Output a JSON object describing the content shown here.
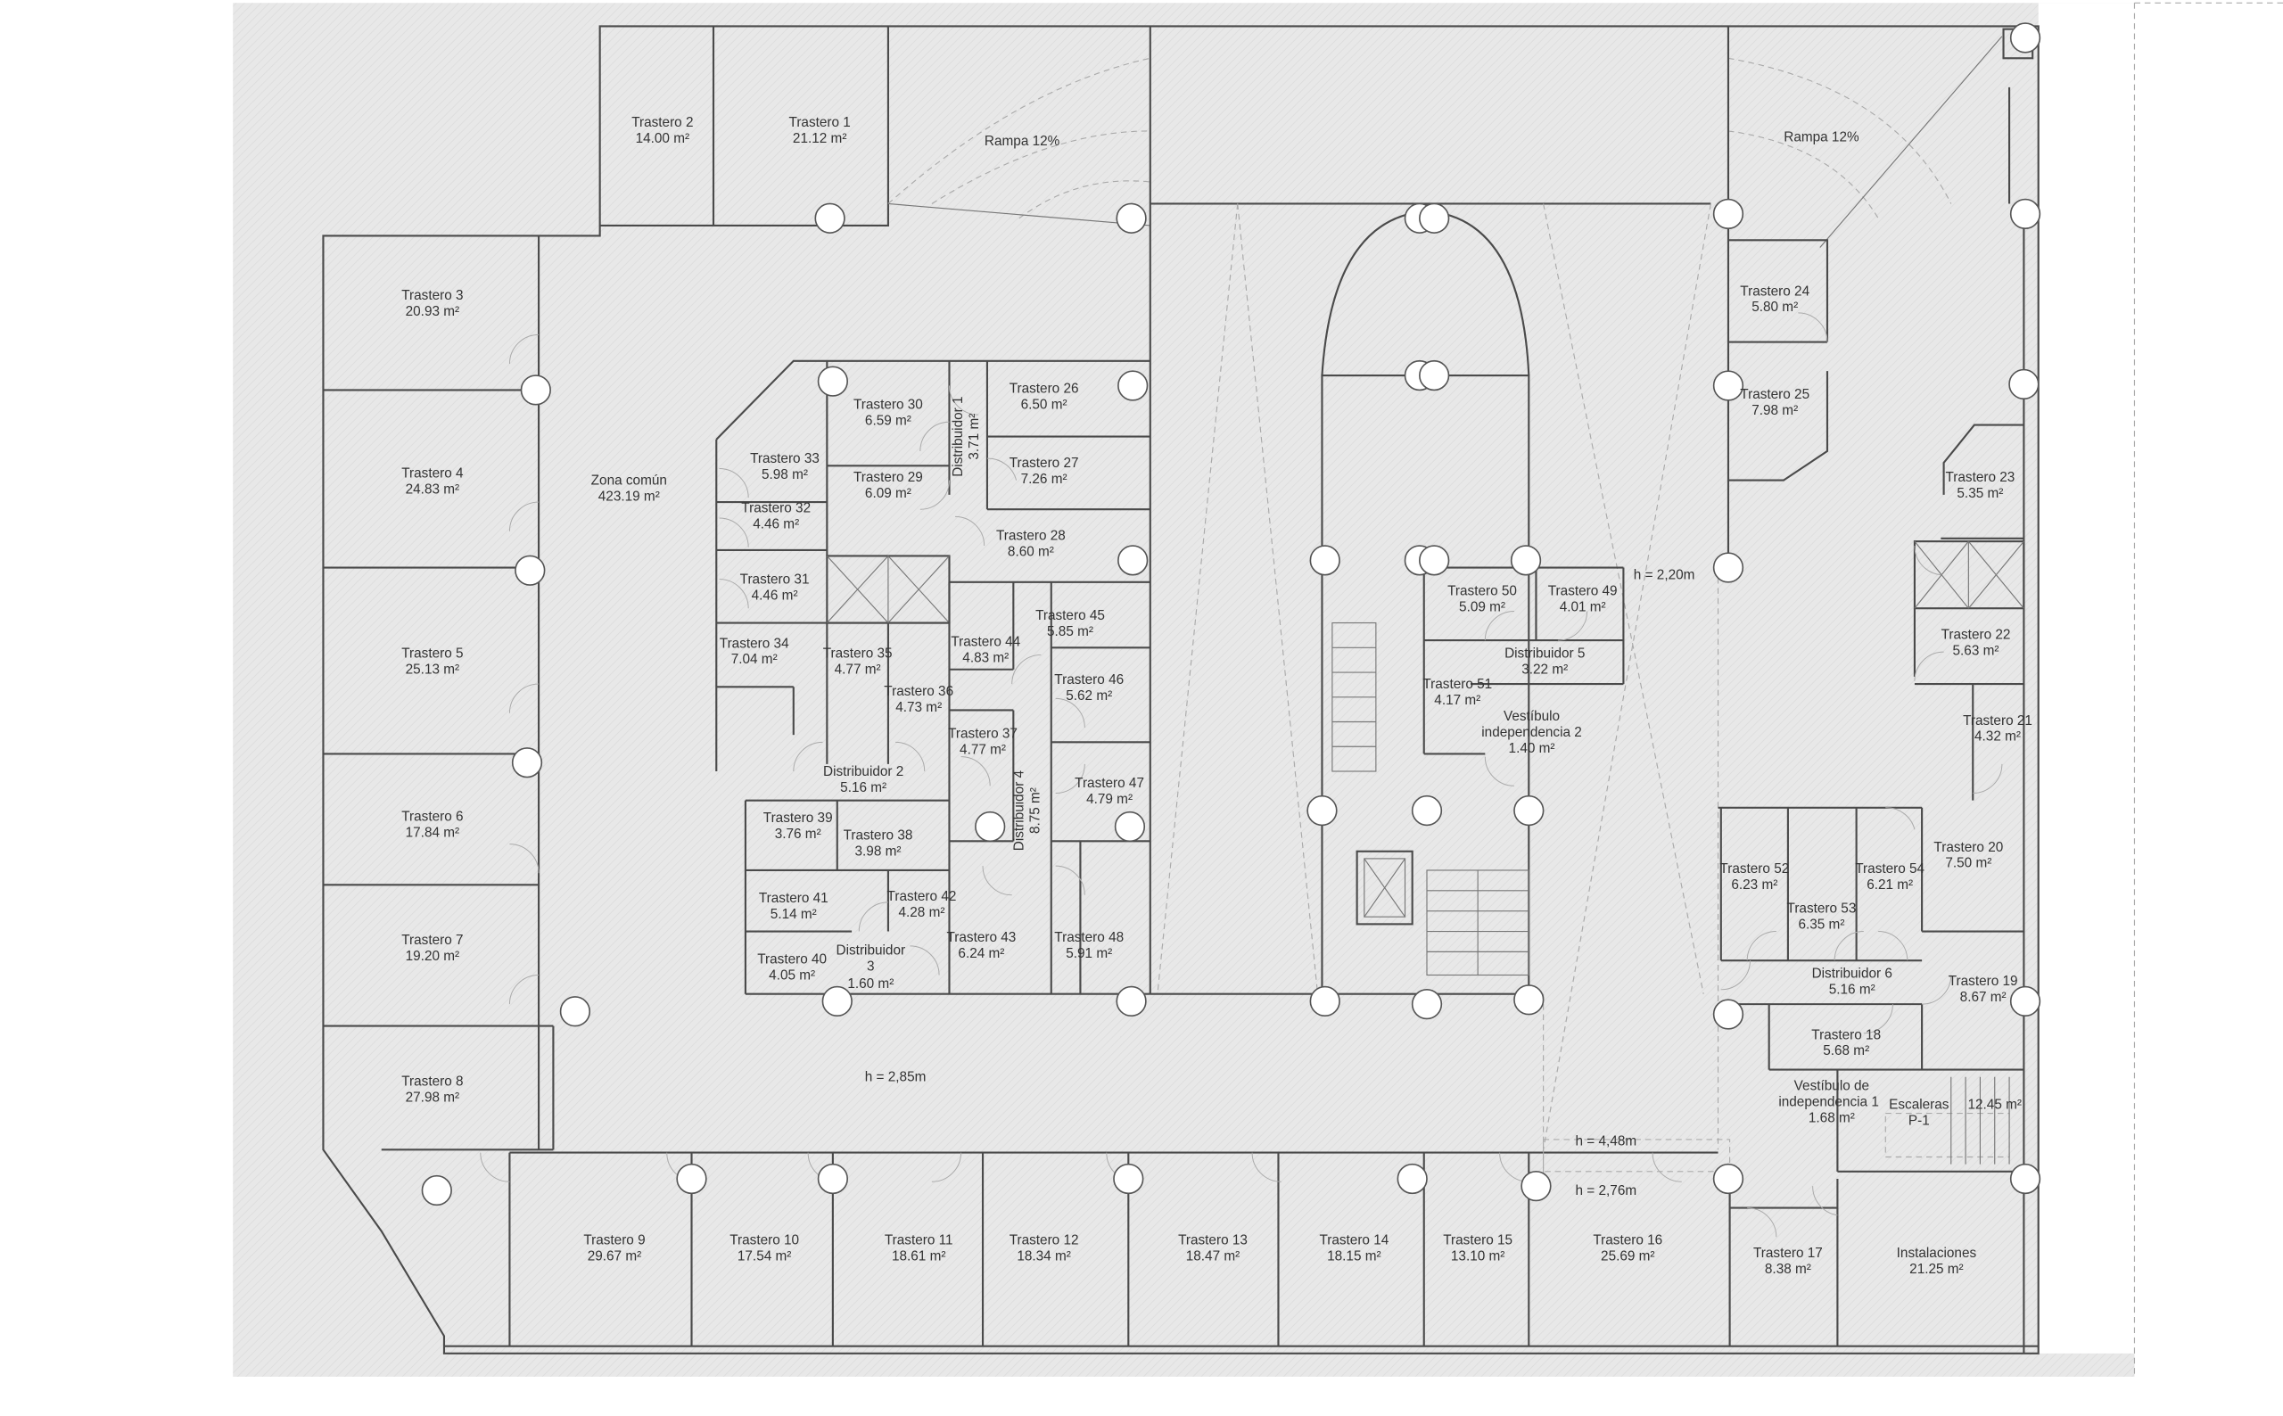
{
  "rooms": [
    {
      "lines": [
        "Trastero 2",
        "14.00 m²"
      ]
    },
    {
      "lines": [
        "Trastero 1",
        "21.12 m²"
      ]
    },
    {
      "lines": [
        "Trastero 3",
        "20.93 m²"
      ]
    },
    {
      "lines": [
        "Trastero 4",
        "24.83 m²"
      ]
    },
    {
      "lines": [
        "Zona común",
        "423.19 m²"
      ]
    },
    {
      "lines": [
        "Trastero 5",
        "25.13 m²"
      ]
    },
    {
      "lines": [
        "Trastero 6",
        "17.84 m²"
      ]
    },
    {
      "lines": [
        "Trastero 7",
        "19.20 m²"
      ]
    },
    {
      "lines": [
        "Trastero 8",
        "27.98 m²"
      ]
    },
    {
      "lines": [
        "Trastero 9",
        "29.67 m²"
      ]
    },
    {
      "lines": [
        "Trastero 10",
        "17.54 m²"
      ]
    },
    {
      "lines": [
        "Trastero 11",
        "18.61 m²"
      ]
    },
    {
      "lines": [
        "Trastero 12",
        "18.34 m²"
      ]
    },
    {
      "lines": [
        "Trastero 13",
        "18.47 m²"
      ]
    },
    {
      "lines": [
        "Trastero 14",
        "18.15 m²"
      ]
    },
    {
      "lines": [
        "Trastero 15",
        "13.10 m²"
      ]
    },
    {
      "lines": [
        "Trastero 16",
        "25.69 m²"
      ]
    },
    {
      "lines": [
        "Trastero 17",
        "8.38 m²"
      ]
    },
    {
      "lines": [
        "Instalaciones",
        "21.25 m²"
      ]
    },
    {
      "lines": [
        "Trastero 18",
        "5.68 m²"
      ]
    },
    {
      "lines": [
        "Trastero 19",
        "8.67 m²"
      ]
    },
    {
      "lines": [
        "Trastero 20",
        "7.50 m²"
      ]
    },
    {
      "lines": [
        "Trastero 21",
        "4.32 m²"
      ]
    },
    {
      "lines": [
        "Trastero 22",
        "5.63 m²"
      ]
    },
    {
      "lines": [
        "Trastero 23",
        "5.35 m²"
      ]
    },
    {
      "lines": [
        "Trastero 24",
        "5.80 m²"
      ]
    },
    {
      "lines": [
        "Trastero 25",
        "7.98 m²"
      ]
    },
    {
      "lines": [
        "Trastero 26",
        "6.50 m²"
      ]
    },
    {
      "lines": [
        "Trastero 27",
        "7.26 m²"
      ]
    },
    {
      "lines": [
        "Trastero 28",
        "8.60 m²"
      ]
    },
    {
      "lines": [
        "Trastero 29",
        "6.09 m²"
      ]
    },
    {
      "lines": [
        "Trastero 30",
        "6.59 m²"
      ]
    },
    {
      "lines": [
        "Trastero 31",
        "4.46 m²"
      ]
    },
    {
      "lines": [
        "Trastero 32",
        "4.46 m²"
      ]
    },
    {
      "lines": [
        "Trastero 33",
        "5.98 m²"
      ]
    },
    {
      "lines": [
        "Trastero 34",
        "7.04 m²"
      ]
    },
    {
      "lines": [
        "Trastero 35",
        "4.77 m²"
      ]
    },
    {
      "lines": [
        "Trastero 36",
        "4.73 m²"
      ]
    },
    {
      "lines": [
        "Trastero 37",
        "4.77 m²"
      ]
    },
    {
      "lines": [
        "Trastero 38",
        "3.98 m²"
      ]
    },
    {
      "lines": [
        "Trastero 39",
        "3.76 m²"
      ]
    },
    {
      "lines": [
        "Trastero 40",
        "4.05 m²"
      ]
    },
    {
      "lines": [
        "Trastero 41",
        "5.14 m²"
      ]
    },
    {
      "lines": [
        "Trastero 42",
        "4.28 m²"
      ]
    },
    {
      "lines": [
        "Trastero 43",
        "6.24 m²"
      ]
    },
    {
      "lines": [
        "Trastero 44",
        "4.83 m²"
      ]
    },
    {
      "lines": [
        "Trastero 45",
        "5.85 m²"
      ]
    },
    {
      "lines": [
        "Trastero 46",
        "5.62 m²"
      ]
    },
    {
      "lines": [
        "Trastero 47",
        "4.79 m²"
      ]
    },
    {
      "lines": [
        "Trastero 48",
        "5.91 m²"
      ]
    },
    {
      "lines": [
        "Trastero 49",
        "4.01 m²"
      ]
    },
    {
      "lines": [
        "Trastero 50",
        "5.09 m²"
      ]
    },
    {
      "lines": [
        "Trastero 51",
        "4.17 m²"
      ]
    },
    {
      "lines": [
        "Trastero 52",
        "6.23 m²"
      ]
    },
    {
      "lines": [
        "Trastero 53",
        "6.35 m²"
      ]
    },
    {
      "lines": [
        "Trastero 54",
        "6.21 m²"
      ]
    },
    {
      "lines": [
        "Distribuidor 1",
        "3.71 m²"
      ]
    },
    {
      "lines": [
        "Distribuidor 2",
        "5.16 m²"
      ]
    },
    {
      "lines": [
        "Distribuidor",
        "3",
        "1.60 m²"
      ]
    },
    {
      "lines": [
        "Distribuidor 4",
        "8.75 m²"
      ]
    },
    {
      "lines": [
        "Distribuidor 5",
        "3.22 m²"
      ]
    },
    {
      "lines": [
        "Distribuidor 6",
        "5.16 m²"
      ]
    },
    {
      "lines": [
        "Vestíbulo",
        "independencia 2",
        "1.40 m²"
      ]
    },
    {
      "lines": [
        "Vestíbulo de",
        "independencia 1",
        "1.68 m²"
      ]
    },
    {
      "lines": [
        "Escaleras",
        "P-1",
        "12.45 m²"
      ]
    }
  ],
  "annotations": {
    "ramp_left": "Rampa 12%",
    "ramp_right": "Rampa 12%",
    "height_common": "h = 2,85m",
    "height_right": "h = 2,20m",
    "height_upper": "h = 4,48m",
    "height_lower": "h = 2,76m"
  },
  "colors": {
    "wall": "#4a4a4a",
    "outside": "#e6e6e6"
  }
}
